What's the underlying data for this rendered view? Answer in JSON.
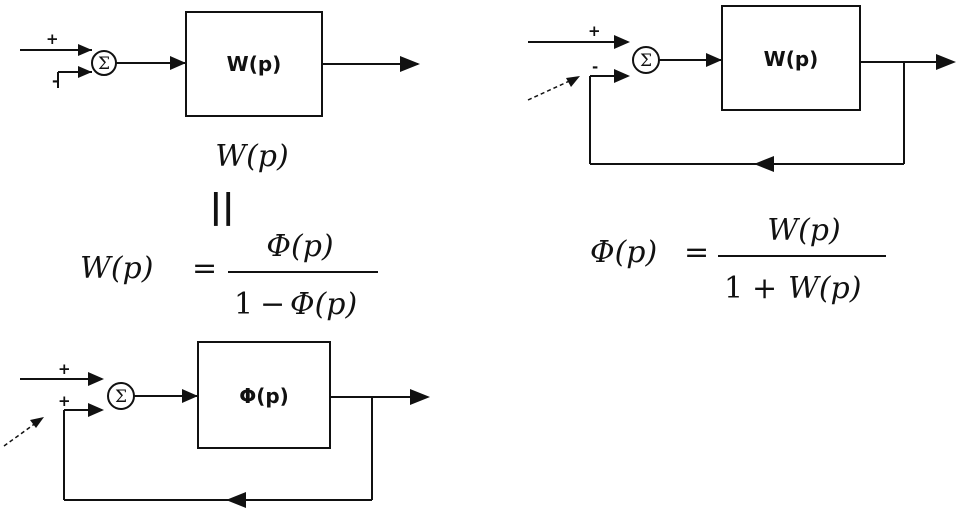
{
  "diagram_1": {
    "sign_top": "+",
    "sign_bottom": "-",
    "summer": "Σ",
    "block_label": "W(p)",
    "caption": "W(p)"
  },
  "equals_sign": "||",
  "formula_w": {
    "lhs": "W(p)",
    "equals": "=",
    "numerator": "Φ(p)",
    "denominator_one": "1",
    "denominator_minus": "−",
    "denominator_phi": "Φ(p)"
  },
  "diagram_2": {
    "sign_top": "+",
    "sign_bottom": "-",
    "summer": "Σ",
    "block_label": "W(p)"
  },
  "formula_phi": {
    "lhs": "Φ(p)",
    "equals": "=",
    "numerator": "W(p)",
    "denominator_one": "1",
    "denominator_plus": "+",
    "denominator_w": "W(p)"
  },
  "diagram_3": {
    "sign_top": "+",
    "sign_bottom": "+",
    "summer": "Σ",
    "block_label": "Φ(p)"
  }
}
